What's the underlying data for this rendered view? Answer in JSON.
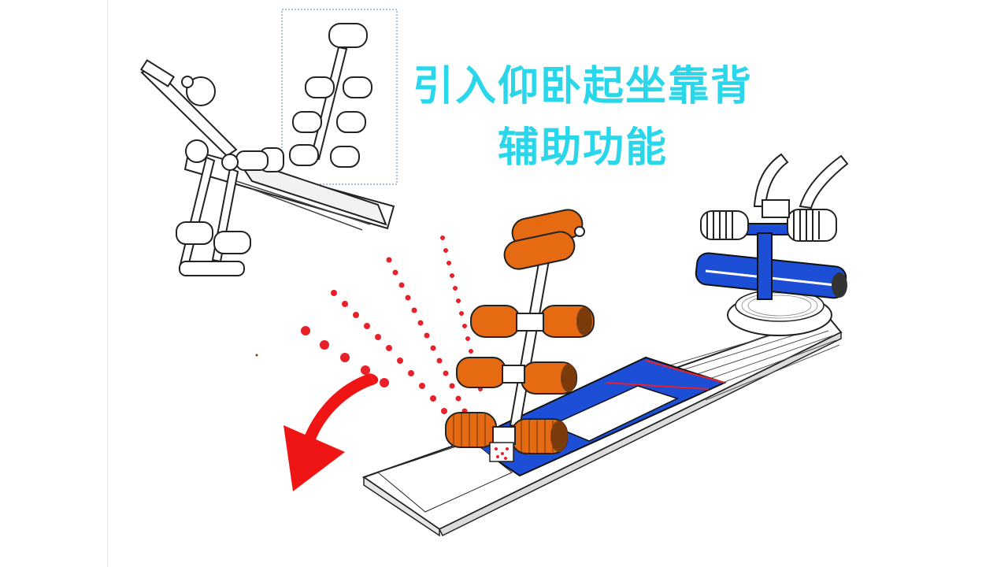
{
  "headline": {
    "line1": "引入仰卧起坐靠背",
    "line2": "辅助功能"
  },
  "colors": {
    "headline": "#29d6ea",
    "roller_orange": "#e56a12",
    "bench_blue": "#1c4fd6",
    "arrow_red": "#f01515",
    "dots_red": "#e8202a"
  },
  "icons": {
    "arrow": "curved-arrow-down-left",
    "product_sketch": "folding-sit-up-bench-lineart",
    "product_colored": "ab-board-with-backrest"
  }
}
